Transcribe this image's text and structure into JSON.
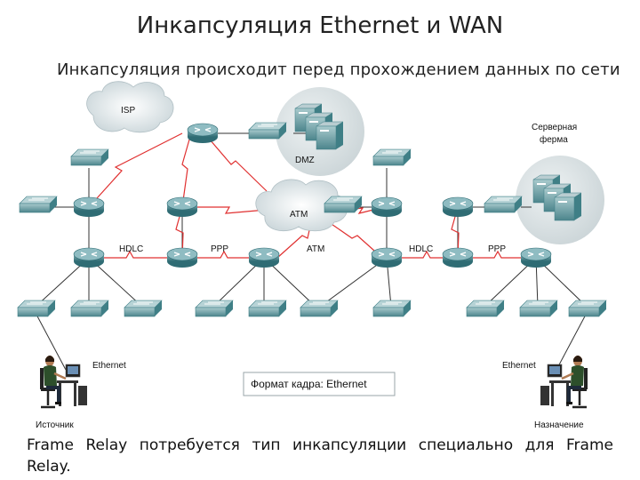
{
  "page": {
    "title": "Инкапсуляция Ethernet и WAN",
    "subtitle": "Инкапсуляция происходит перед прохождением данных по сети",
    "caption_line1": "Frame  Relay  потребуется  тип  инкапсуляции  специально  для  Frame",
    "caption_line2": "Relay."
  },
  "diagram": {
    "clouds": {
      "isp": "ISP",
      "atm": "ATM"
    },
    "zones": {
      "dmz": "DMZ",
      "server_farm_1": "Серверная",
      "server_farm_2": "ферма"
    },
    "links": {
      "hdlc_left": "HDLC",
      "ppp_left": "PPP",
      "atm": "ATM",
      "hdlc_right": "HDLC",
      "ppp_right": "PPP"
    },
    "hosts": {
      "source_eth": "Ethernet",
      "source": "Источник",
      "dest_eth": "Ethernet",
      "dest": "Назначение"
    },
    "frame_format": "Формат кадра: Ethernet"
  },
  "colors": {
    "wan_link": "#e03030",
    "lan_link": "#333333",
    "device": "#3f7f86",
    "zone_bg": "#dde3e5"
  }
}
